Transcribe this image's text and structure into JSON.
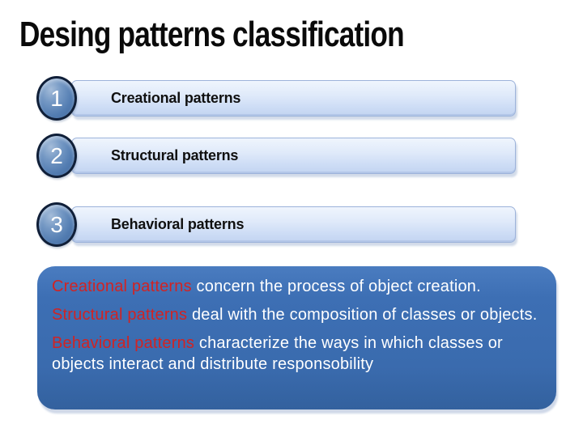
{
  "slide": {
    "title": "Desing patterns classification"
  },
  "list": {
    "items": [
      {
        "number": "1",
        "label": "Creational patterns"
      },
      {
        "number": "2",
        "label": "Structural patterns"
      },
      {
        "number": "3",
        "label": "Behavioral patterns"
      }
    ]
  },
  "description": {
    "paragraphs": [
      {
        "term": "Creational patterns",
        "text": " concern the process of object creation."
      },
      {
        "term": "Structural patterns",
        "text": " deal with the composition of classes or objects."
      },
      {
        "term": "Behavioral patterns",
        "text": " characterize the ways in which classes or objects interact and distribute responsobility"
      }
    ]
  },
  "colors": {
    "term_red": "#d12323",
    "infobox_blue": "#3b6db2",
    "bar_light_blue": "#cfdef6",
    "badge_blue": "#527cb1",
    "badge_outline": "#101f38"
  }
}
